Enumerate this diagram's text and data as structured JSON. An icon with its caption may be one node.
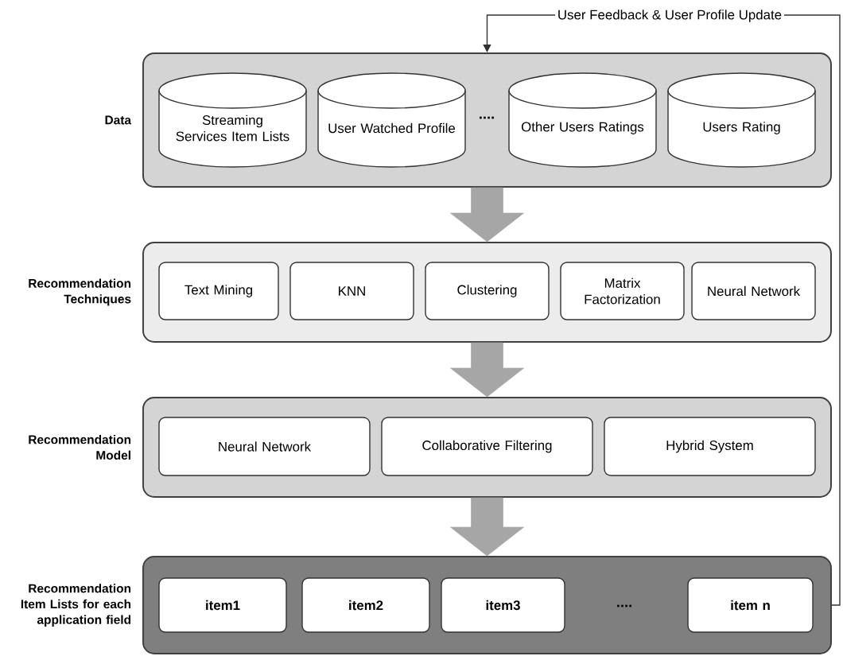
{
  "diagram": {
    "nodes": [
      {
        "text": [
          "Data"
        ]
      },
      {
        "text": [
          "Streaming Services Item Lists"
        ],
        "in": 0
      },
      {
        "text": [
          "User Watched Profile"
        ],
        "in": 0
      },
      {
        "text": [
          "Other Users Ratings"
        ],
        "in": 0
      },
      {
        "text": [
          "Users Rating"
        ],
        "in": 0
      },
      {
        "text": [
          "Recommendation Techniques"
        ]
      },
      {
        "text": [
          "Text Mining"
        ],
        "in": 5
      },
      {
        "text": [
          "KNN"
        ],
        "in": 5
      },
      {
        "text": [
          "Clustering"
        ],
        "in": 5
      },
      {
        "text": [
          "Matrix Factorization"
        ],
        "in": 5
      },
      {
        "text": [
          "Neural Network"
        ],
        "in": 5
      },
      {
        "text": [
          "Recommendation Model"
        ]
      },
      {
        "text": [
          "Neural Network"
        ],
        "in": 11
      },
      {
        "text": [
          "Collaborative Filtering"
        ],
        "in": 11
      },
      {
        "text": [
          "Hybrid System"
        ],
        "in": 11
      },
      {
        "text": [
          "Recommendation Item Lists for each application field"
        ]
      },
      {
        "text": [
          "item1"
        ],
        "in": 15
      },
      {
        "text": [
          "item2"
        ],
        "in": 15
      },
      {
        "text": [
          "item3"
        ],
        "in": 15
      },
      {
        "text": [
          "item n"
        ],
        "in": 15
      }
    ],
    "edges": [
      {
        "from": 0,
        "to": 5,
        "arrow": "to",
        "style": "thick"
      },
      {
        "from": 5,
        "to": 11,
        "arrow": "to",
        "style": "thick"
      },
      {
        "from": 11,
        "to": 15,
        "arrow": "to",
        "style": "thick"
      },
      {
        "from": 15,
        "to": 0,
        "arrow": "to",
        "label": "User Feedback & User Profile Update",
        "color": "#333333"
      }
    ],
    "labels": [
      "....",
      "...."
    ]
  }
}
